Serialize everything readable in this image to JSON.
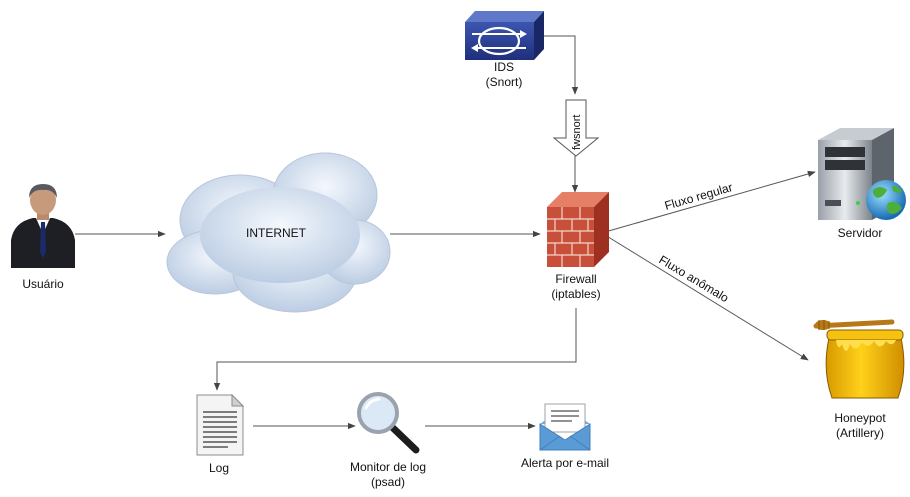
{
  "nodes": {
    "ids": {
      "line1": "IDS",
      "line2": "(Snort)",
      "icon": "network-switch-icon"
    },
    "usuario": {
      "label": "Usuário",
      "icon": "user-icon"
    },
    "internet": {
      "label": "INTERNET",
      "icon": "cloud-icon"
    },
    "firewall": {
      "line1": "Firewall",
      "line2": "(iptables)",
      "icon": "firewall-icon"
    },
    "servidor": {
      "label": "Servidor",
      "icon": "server-icon"
    },
    "honeypot": {
      "line1": "Honeypot",
      "line2": "(Artillery)",
      "icon": "honey-pot-icon"
    },
    "log": {
      "label": "Log",
      "icon": "document-icon"
    },
    "monitor": {
      "line1": "Monitor de log",
      "line2": "(psad)",
      "icon": "magnifier-icon"
    },
    "alerta": {
      "label": "Alerta por e-mail",
      "icon": "email-icon"
    }
  },
  "edges": {
    "fwsnort": "fwsnort",
    "fluxo_regular": "Fluxo regular",
    "fluxo_anomalo": "Fluxo anômalo"
  },
  "colors": {
    "edge": "#555555",
    "switch": "#2a3f8f",
    "brick": "#c8503a",
    "honey": "#f3b400",
    "cloud": "#cfdcec"
  }
}
